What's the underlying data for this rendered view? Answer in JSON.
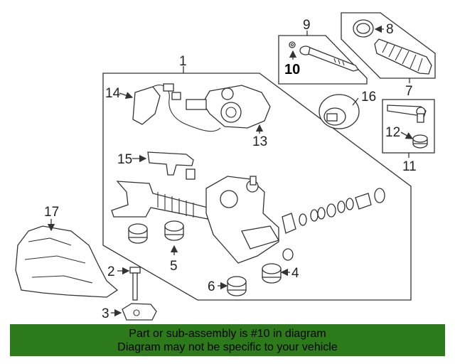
{
  "callouts": {
    "c1": "1",
    "c2": "2",
    "c3": "3",
    "c4": "4",
    "c5": "5",
    "c6": "6",
    "c7": "7",
    "c8": "8",
    "c9": "9",
    "c10": "10",
    "c11": "11",
    "c12": "12",
    "c13": "13",
    "c14": "14",
    "c15": "15",
    "c16": "16",
    "c17": "17"
  },
  "banner": {
    "line1": "Part or sub-assembly is #10 in diagram",
    "line2": "Diagram may not be specific to your vehicle",
    "background": "#2c7a1a"
  }
}
